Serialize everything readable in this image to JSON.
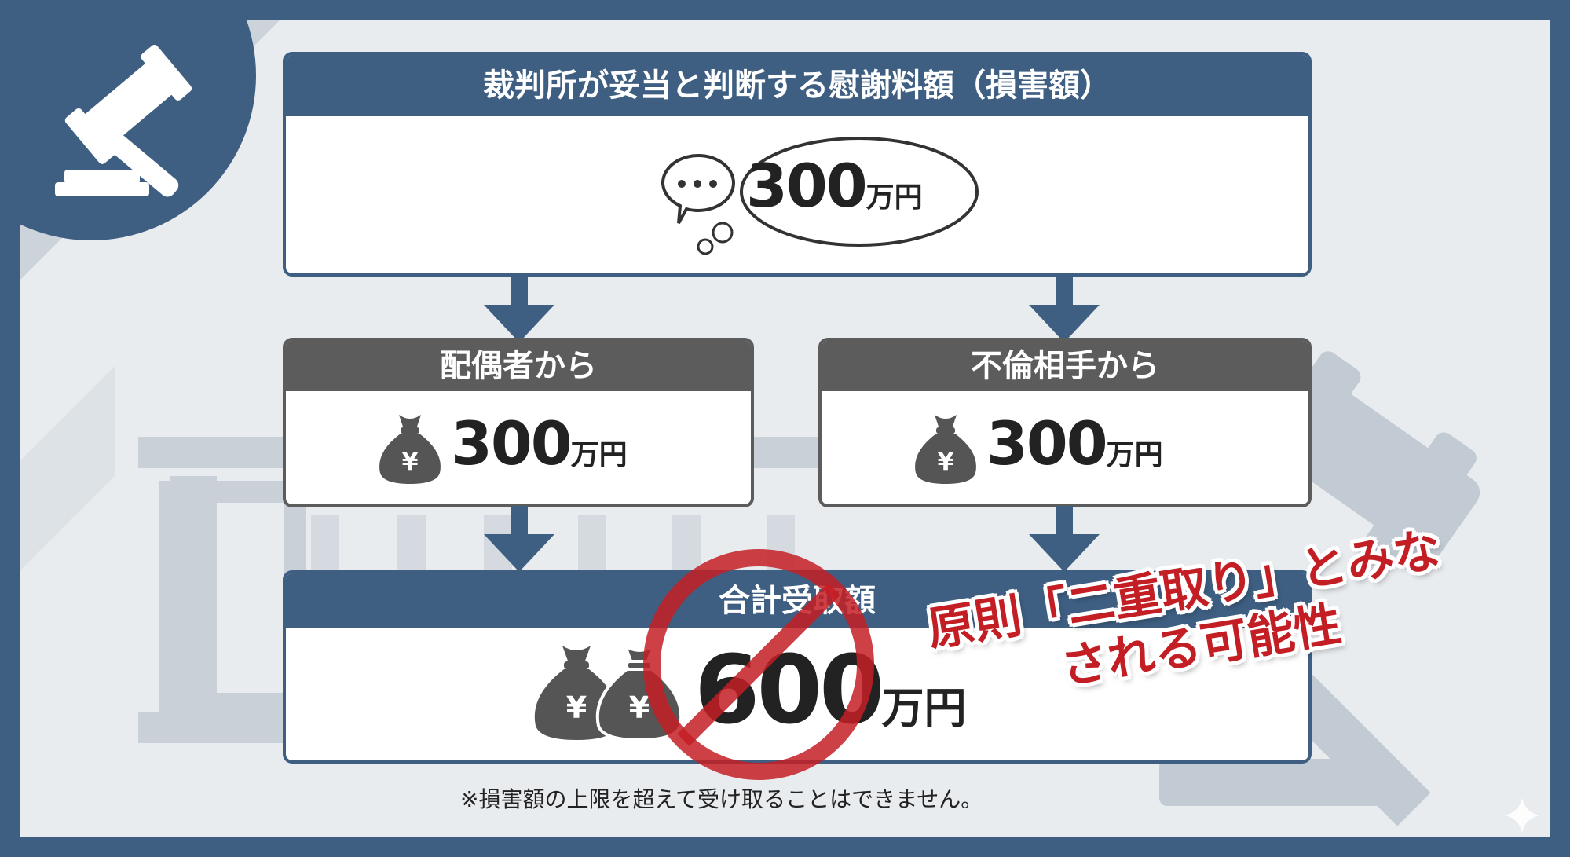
{
  "colors": {
    "frame": "#3e5f82",
    "panel": "#e9ecef",
    "header_blue": "#3e5f82",
    "header_gray": "#5c5c5c",
    "alert_red": "#c41e25"
  },
  "icons": {
    "corner": "gavel-icon",
    "bubble": "thought-bubble-icon",
    "bag": "yen-money-bag-icon",
    "prohibit": "prohibited-icon"
  },
  "top_box": {
    "title": "裁判所が妥当と判断する慰謝料額（損害額）",
    "amount": "300",
    "unit": "万円"
  },
  "left_box": {
    "title": "配偶者から",
    "yen": "¥",
    "amount": "300",
    "unit": "万円"
  },
  "right_box": {
    "title": "不倫相手から",
    "yen": "¥",
    "amount": "300",
    "unit": "万円"
  },
  "total_box": {
    "title": "合計受取額",
    "yen": "¥",
    "amount": "600",
    "unit": "万円"
  },
  "warning": {
    "line1": "原則「二重取り」とみな",
    "line2": "される可能性"
  },
  "note": "※損害額の上限を超えて受け取ることはできません。"
}
